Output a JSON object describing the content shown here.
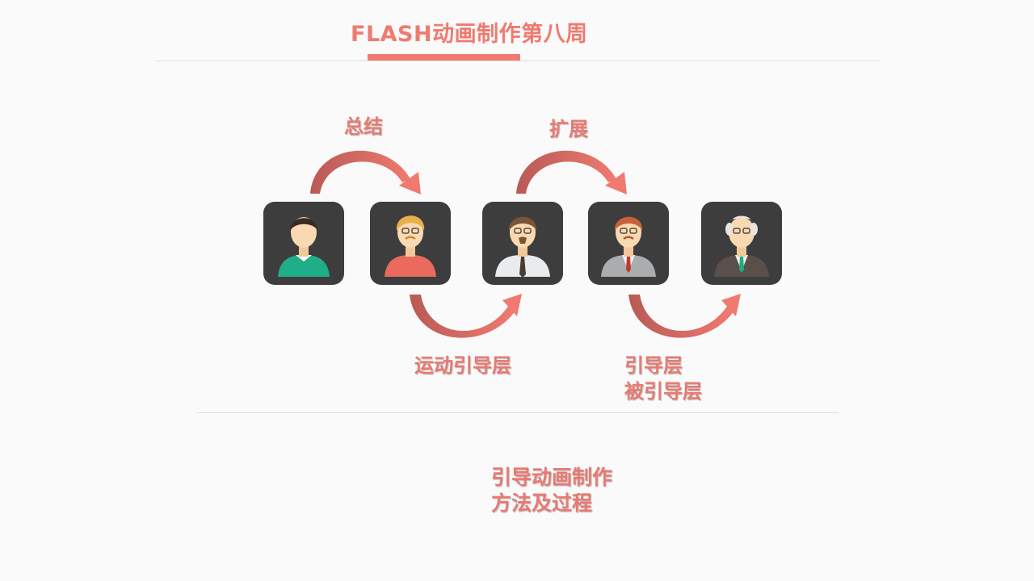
{
  "header": {
    "title": "FLASH动画制作第八周",
    "accent_color": "#f07a70"
  },
  "flow": {
    "label_summary": "总结",
    "label_extend": "扩展",
    "label_motion_guide": "运动引导层",
    "label_guide_line1": "引导层",
    "label_guide_line2": "被引导层",
    "arrow_color": "#f07a70",
    "arrow_shadow_color": "#b85a56"
  },
  "avatars": [
    {
      "icon": "young-man-green-shirt-icon",
      "shirt": "#1fae87",
      "hair": "#3b2a22"
    },
    {
      "icon": "blond-man-glasses-icon",
      "shirt": "#ea6a5e",
      "hair": "#e8b04a"
    },
    {
      "icon": "man-white-shirt-tie-icon",
      "shirt": "#e8ecef",
      "hair": "#7a5438"
    },
    {
      "icon": "man-grey-suit-red-tie-icon",
      "shirt": "#a9adb0",
      "hair": "#c9603a"
    },
    {
      "icon": "elder-man-dark-suit-icon",
      "shirt": "#5b4f49",
      "hair": "#e9e4dc"
    }
  ],
  "footer": {
    "line1": "引导动画制作",
    "line2": "方法及过程"
  }
}
